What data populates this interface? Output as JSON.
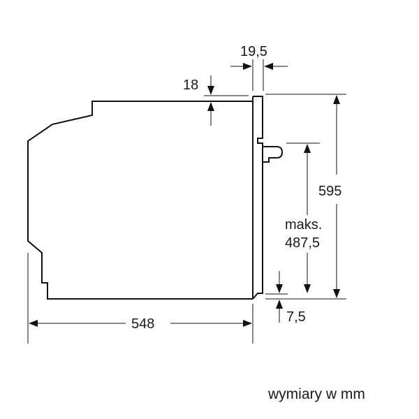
{
  "dimensions": {
    "top_gap": "19,5",
    "top_offset": "18",
    "height": "595",
    "max_label": "maks.",
    "max_value": "487,5",
    "depth": "548",
    "bottom_gap": "7,5"
  },
  "note": "wymiary w mm"
}
